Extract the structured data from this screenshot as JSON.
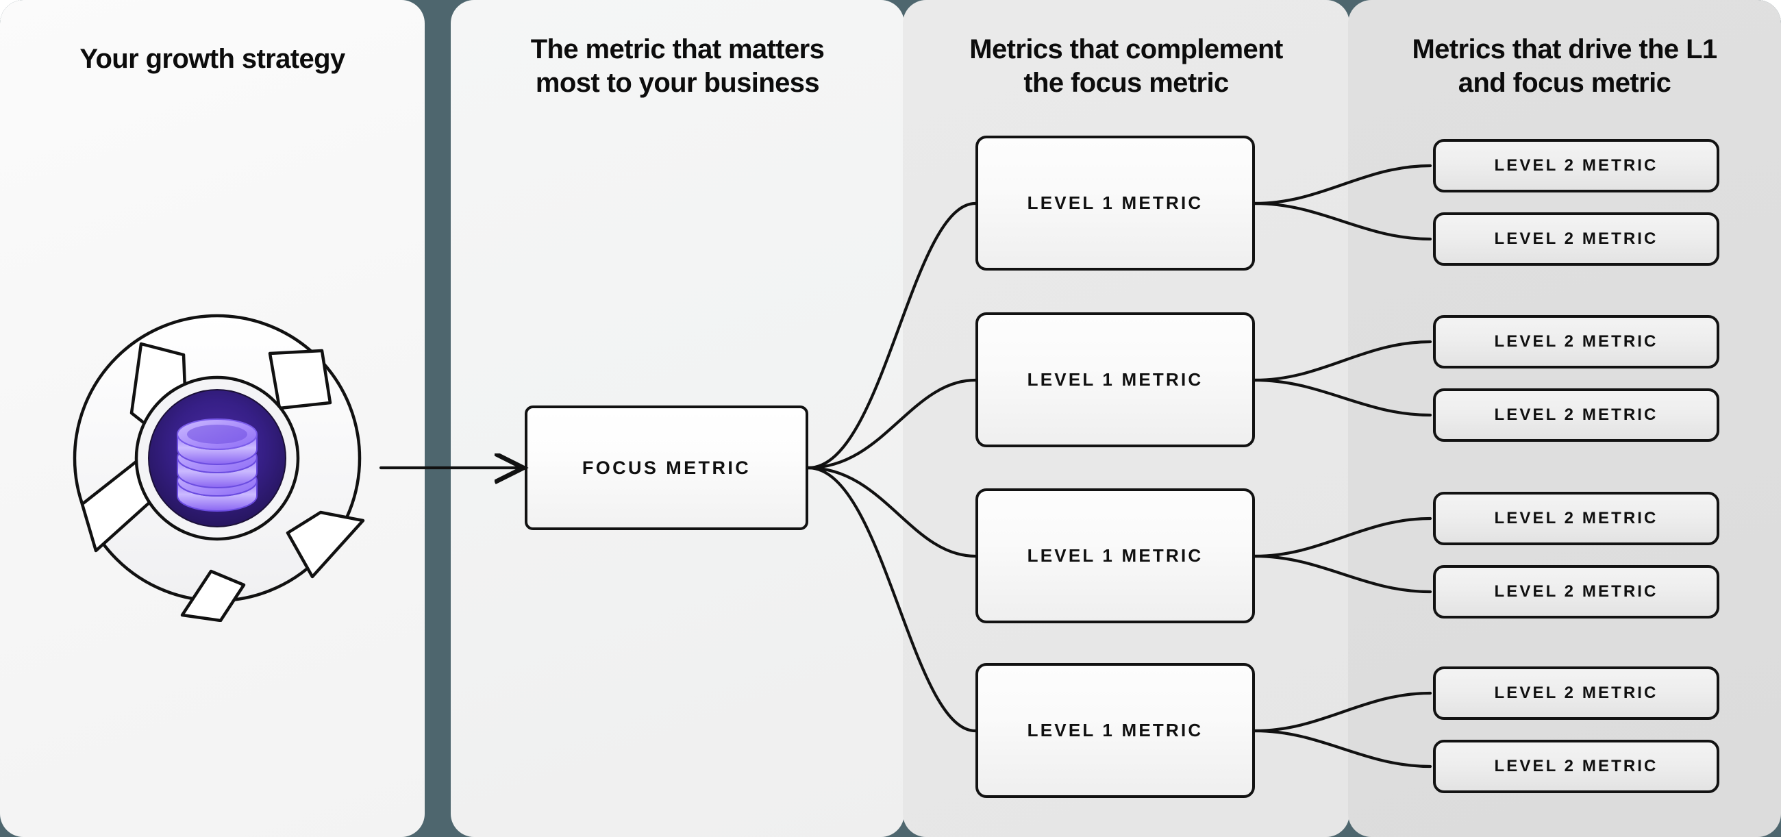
{
  "columns": [
    {
      "id": "strategy",
      "title": "Your growth strategy"
    },
    {
      "id": "focus",
      "title": "The metric that matters\nmost to your business"
    },
    {
      "id": "l1",
      "title": "Metrics that complement\nthe focus metric"
    },
    {
      "id": "l2",
      "title": "Metrics that drive the L1\nand focus metric"
    }
  ],
  "strategy": {
    "icon": "database-icon",
    "graphic": "aperture-shutter-circle"
  },
  "focus_node": {
    "label": "FOCUS METRIC"
  },
  "branches": [
    {
      "l1": {
        "label": "LEVEL 1 METRIC"
      },
      "l2": [
        {
          "label": "LEVEL 2 METRIC"
        },
        {
          "label": "LEVEL 2 METRIC"
        }
      ]
    },
    {
      "l1": {
        "label": "LEVEL 1 METRIC"
      },
      "l2": [
        {
          "label": "LEVEL 2 METRIC"
        },
        {
          "label": "LEVEL 2 METRIC"
        }
      ]
    },
    {
      "l1": {
        "label": "LEVEL 1 METRIC"
      },
      "l2": [
        {
          "label": "LEVEL 2 METRIC"
        },
        {
          "label": "LEVEL 2 METRIC"
        }
      ]
    },
    {
      "l1": {
        "label": "LEVEL 1 METRIC"
      },
      "l2": [
        {
          "label": "LEVEL 2 METRIC"
        },
        {
          "label": "LEVEL 2 METRIC"
        }
      ]
    }
  ],
  "colors": {
    "divider": "#4e666e",
    "stroke": "#121212",
    "accent_deep": "#2e1a72",
    "accent_light": "#b9a5ff",
    "accent_mid": "#7c5cf0",
    "panel_1": "#f7f7f7",
    "panel_2": "#f2f3f3",
    "panel_3": "#e8e8e8",
    "panel_4": "#dedede"
  }
}
